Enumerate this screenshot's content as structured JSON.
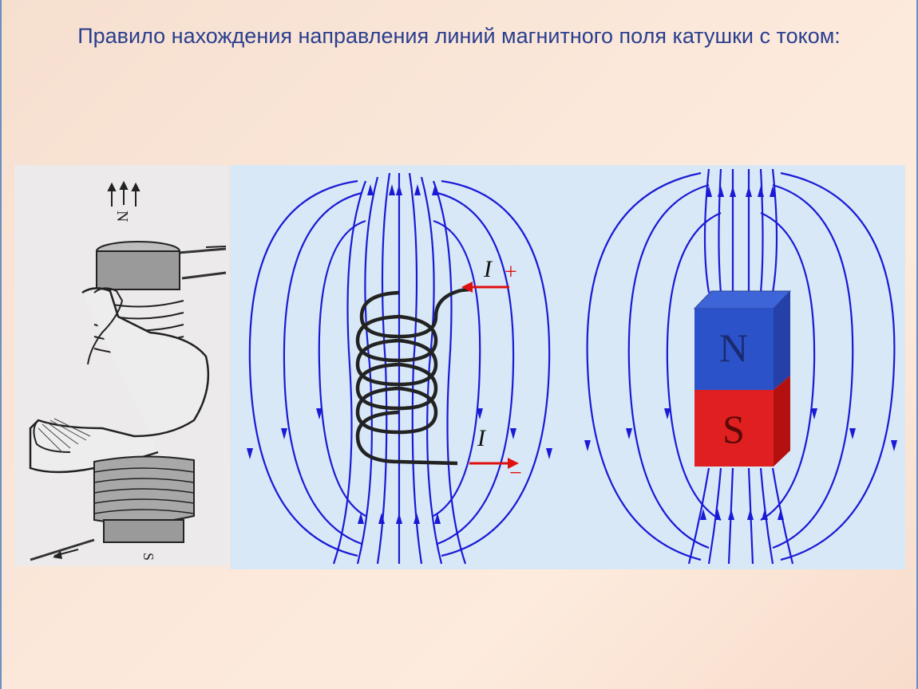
{
  "slide": {
    "title": "Правило нахождения направления линий магнитного поля катушки с током:"
  },
  "hand_figure": {
    "pole_top": "N",
    "pole_bottom": "S"
  },
  "coil_figure": {
    "current_in_label": "I",
    "current_in_sign": "+",
    "current_out_label": "I",
    "current_out_sign": "−",
    "field_line_color": "#1a1ad6",
    "current_arrow_color": "#e01010"
  },
  "magnet_figure": {
    "north_label": "N",
    "south_label": "S",
    "north_color": "#2b52c8",
    "south_color": "#e02020"
  }
}
